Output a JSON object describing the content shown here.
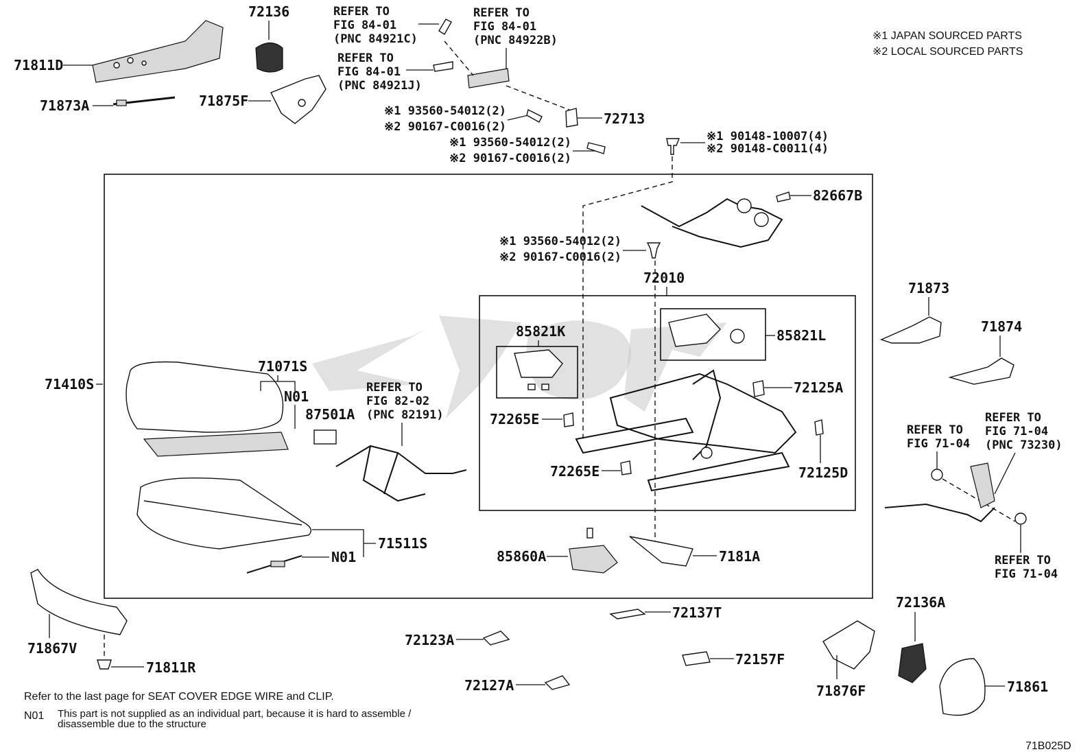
{
  "legend": {
    "japan": "※1 JAPAN SOURCED PARTS",
    "local": "※2 LOCAL SOURCED PARTS"
  },
  "labels": {
    "p71811D": "71811D",
    "p72136": "72136",
    "p71873A": "71873A",
    "p71875F": "71875F",
    "p72713": "72713",
    "p82667B": "82667B",
    "p72010": "72010",
    "p71873": "71873",
    "p71874": "71874",
    "p85821K": "85821K",
    "p85821L": "85821L",
    "p72125A": "72125A",
    "p72265E_a": "72265E",
    "p72265E_b": "72265E",
    "p72125D": "72125D",
    "p71410S": "71410S",
    "p71071S": "71071S",
    "p87501A": "87501A",
    "pN01_a": "N01",
    "pN01_b": "N01",
    "p71511S": "71511S",
    "p85860A": "85860A",
    "p7181A": "7181A",
    "p71867V": "71867V",
    "p71811R": "71811R",
    "p72137T": "72137T",
    "p72123A": "72123A",
    "p72157F": "72157F",
    "p72127A": "72127A",
    "p72136A": "72136A",
    "p71876F": "71876F",
    "p71861": "71861"
  },
  "refs": {
    "r1": [
      "REFER TO",
      "FIG 84-01",
      "(PNC 84921C)"
    ],
    "r2": [
      "REFER TO",
      "FIG 84-01",
      "(PNC 84922B)"
    ],
    "r3": [
      "REFER TO",
      "FIG 84-01",
      "(PNC 84921J)"
    ],
    "r4": [
      "REFER TO",
      "FIG 82-02",
      "(PNC 82191)"
    ],
    "r5": [
      "REFER TO",
      "FIG 71-04"
    ],
    "r6": [
      "REFER TO",
      "FIG 71-04",
      "(PNC 73230)"
    ],
    "r7": [
      "REFER TO",
      "FIG 71-04"
    ]
  },
  "bolts": {
    "b1a": "※1 93560-54012(2)",
    "b1b": "※2 90167-C0016(2)",
    "b2a": "※1 93560-54012(2)",
    "b2b": "※2 90167-C0016(2)",
    "b3a": "※1 90148-10007(4)",
    "b3b": "※2 90148-C0011(4)",
    "b4a": "※1 93560-54012(2)",
    "b4b": "※2 90167-C0016(2)"
  },
  "notes": {
    "refer": "Refer to the last page for SEAT COVER EDGE WIRE and CLIP.",
    "n01_code": "N01",
    "n01_line1": "This part is not supplied as an individual part, because it is hard to assemble /",
    "n01_line2": "disassemble due to the structure",
    "figcode": "71B025D"
  }
}
